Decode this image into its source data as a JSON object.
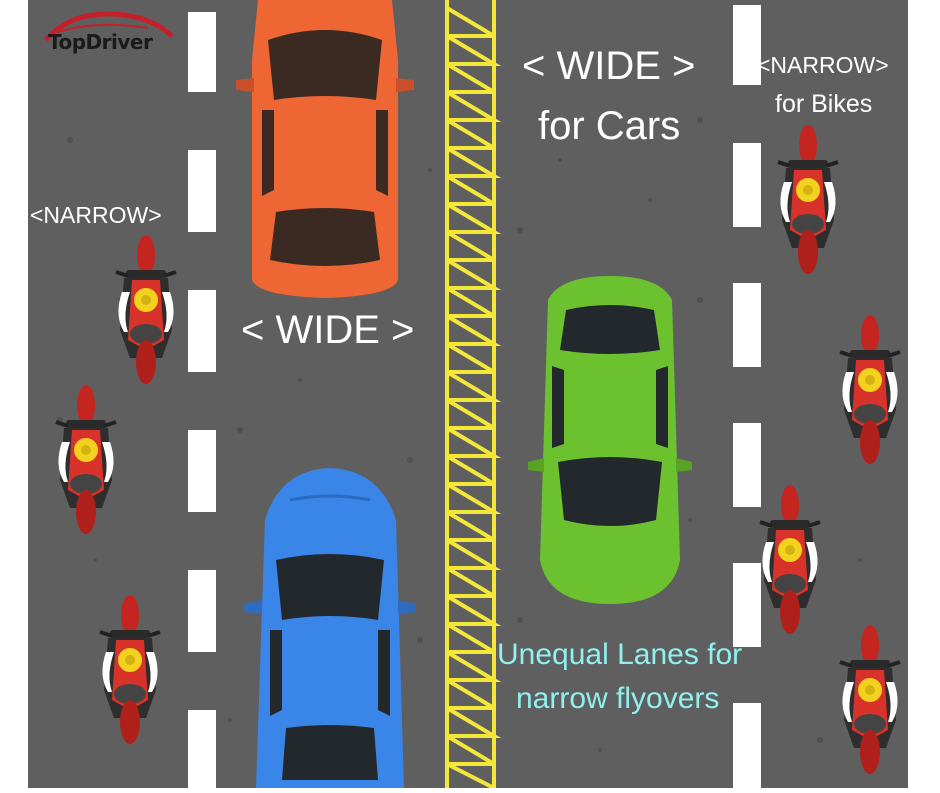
{
  "logo": {
    "text": "TopDriver"
  },
  "labels": {
    "left_narrow": "<NARROW>",
    "left_wide": "< WIDE >",
    "right_wide_line1": "< WIDE >",
    "right_wide_line2": "for Cars",
    "right_narrow_line1": "<NARROW>",
    "right_narrow_line2": "for Bikes",
    "caption_line1": "Unequal Lanes for",
    "caption_line2": "narrow flyovers"
  },
  "colors": {
    "road": "#5f5f60",
    "median_yellow": "#f5e63a",
    "car_orange": "#ee6633",
    "car_blue": "#3a86e8",
    "car_green": "#6cc22e",
    "bike_red": "#d0261f",
    "caption": "#8ff0ee"
  }
}
